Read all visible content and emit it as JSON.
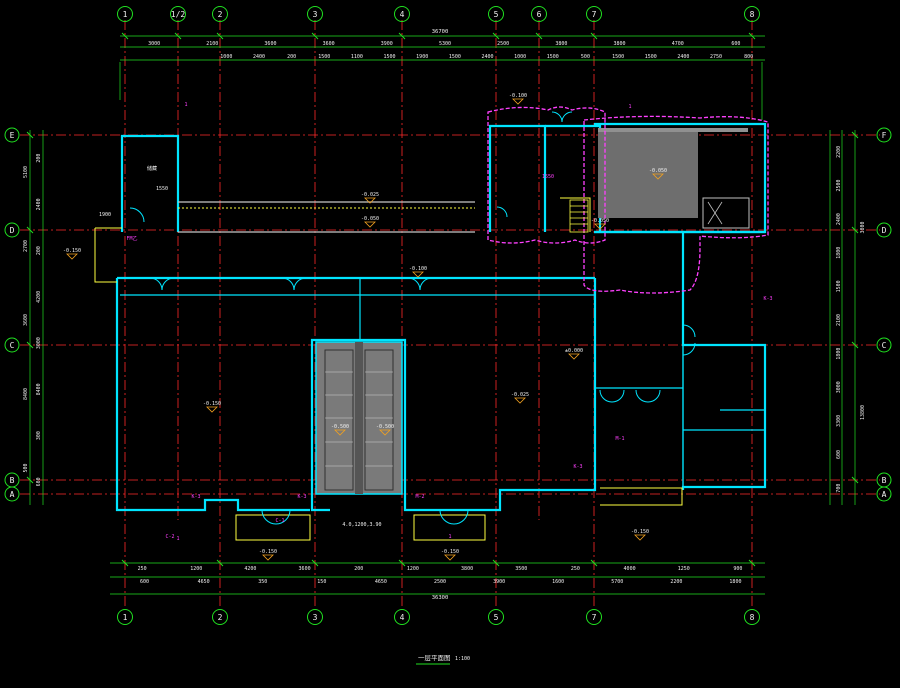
{
  "drawing": {
    "title": "一层平面图",
    "scale": "1:100",
    "colors": {
      "background": "#000000",
      "axis": "#ff2a2a",
      "dim": "#20e020",
      "wall": "#00e5ff",
      "text": "#f0f0f0",
      "magenta": "#ff40ff",
      "yellow": "#ffff40"
    }
  },
  "grid": {
    "cols_top": [
      "1",
      "1/2",
      "2",
      "3",
      "4",
      "5",
      "6",
      "7",
      "8"
    ],
    "cols_bottom": [
      "1",
      "2",
      "3",
      "4",
      "5",
      "7",
      "8"
    ],
    "rows_left": [
      "E",
      "D",
      "C",
      "B",
      "A"
    ],
    "rows_right": [
      "F",
      "D",
      "C",
      "B",
      "A"
    ]
  },
  "dims": {
    "top_total": "36700",
    "top_row1": [
      "3000",
      "2100",
      "3600",
      "3600",
      "3900",
      "5300",
      "2500",
      "3800",
      "3800",
      "4700",
      "600"
    ],
    "top_row2": [
      "1000",
      "2400",
      "200",
      "1500",
      "1100",
      "1500",
      "1900",
      "1500",
      "2400",
      "1000",
      "1500",
      "500",
      "1500",
      "1500",
      "2400",
      "2750",
      "800"
    ],
    "bottom_row1": [
      "250",
      "1200",
      "4200",
      "3600",
      "200",
      "1200",
      "3800",
      "3500",
      "250",
      "4000",
      "1250",
      "900"
    ],
    "bottom_row2": [
      "600",
      "4650",
      "350",
      "150",
      "4650",
      "2500",
      "3900",
      "1600",
      "5700",
      "2200",
      "1800"
    ],
    "bottom_total": "36300",
    "left_outer": [
      "5100",
      "2700",
      "3600",
      "8400",
      "500"
    ],
    "left_inner": [
      "200",
      "2400",
      "200",
      "4200",
      "3000",
      "8400",
      "300",
      "600"
    ],
    "right_outer": [
      "3800",
      "13800"
    ],
    "right_inner": [
      "2200",
      "2500",
      "2400",
      "1800",
      "1500",
      "2100",
      "1800",
      "3000",
      "3300",
      "600",
      "700"
    ]
  },
  "labels": {
    "elevations": [
      "-0.150",
      "-0.025",
      "-0.050",
      "-0.100",
      "-0.150",
      "±0.000",
      "-0.500",
      "-0.500",
      "-0.025",
      "-0.050",
      "-0.050",
      "-0.150",
      "-0.150",
      "-0.150",
      "-0.100"
    ],
    "room_small": [
      "储藏",
      "1550",
      "1900",
      "1550",
      "K-3",
      "K-3",
      "K-3",
      "K-3",
      "C-1",
      "C-2",
      "M-1",
      "M-2",
      "FM乙",
      "1",
      "1",
      "1",
      "1"
    ],
    "bottom_note": "4.0,1200,3.90"
  }
}
